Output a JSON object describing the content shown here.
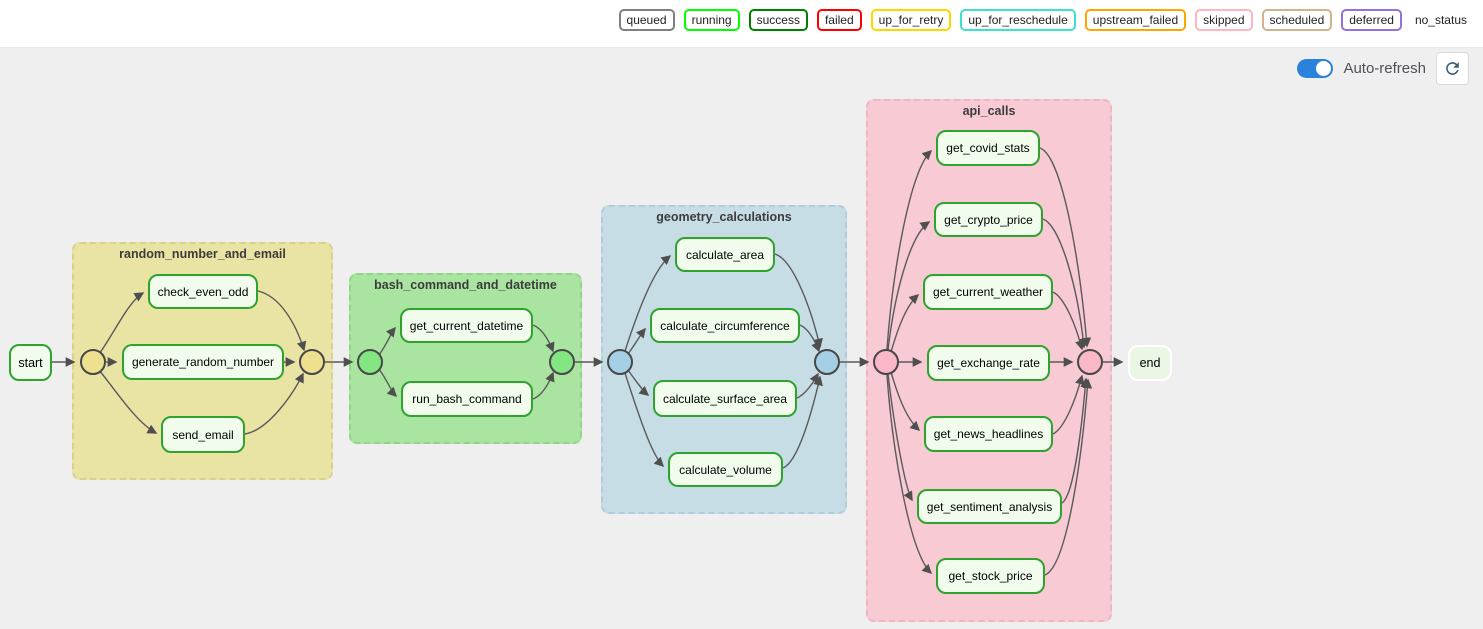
{
  "legend": {
    "items": [
      {
        "label": "queued",
        "color": "#7f7f7f"
      },
      {
        "label": "running",
        "color": "#00ff00"
      },
      {
        "label": "success",
        "color": "#008000"
      },
      {
        "label": "failed",
        "color": "#ff0000"
      },
      {
        "label": "up_for_retry",
        "color": "#ffd700"
      },
      {
        "label": "up_for_reschedule",
        "color": "#40e0d0"
      },
      {
        "label": "upstream_failed",
        "color": "#ffa500"
      },
      {
        "label": "skipped",
        "color": "#ffb6c1"
      },
      {
        "label": "scheduled",
        "color": "#d2b48c"
      },
      {
        "label": "deferred",
        "color": "#9370db"
      },
      {
        "label": "no_status",
        "color": null
      }
    ]
  },
  "toolbar": {
    "autorefresh_label": "Auto-refresh",
    "autorefresh_on": true,
    "toggle_color": "#2b82dd",
    "refresh_icon_color": "#35607d"
  },
  "graph": {
    "edge_color": "#5a5a5a",
    "task_style": {
      "fill": "#f1fced",
      "border": "#2ea32e"
    },
    "end_style": {
      "fill": "#eaf7e4",
      "border": "#ffffff"
    },
    "start": {
      "label": "start"
    },
    "end": {
      "label": "end"
    },
    "groups": [
      {
        "title": "random_number_and_email",
        "colors": {
          "bg": "#e9e3a4",
          "border": "#d8d18c",
          "circle": "#ede18f"
        },
        "tasks": [
          "check_even_odd",
          "generate_random_number",
          "send_email"
        ]
      },
      {
        "title": "bash_command_and_datetime",
        "colors": {
          "bg": "#a9e4a1",
          "border": "#92d589",
          "circle": "#83e683"
        },
        "tasks": [
          "get_current_datetime",
          "run_bash_command"
        ]
      },
      {
        "title": "geometry_calculations",
        "colors": {
          "bg": "#c7dde6",
          "border": "#b2ccd8",
          "circle": "#a5cfe4"
        },
        "tasks": [
          "calculate_area",
          "calculate_circumference",
          "calculate_surface_area",
          "calculate_volume"
        ]
      },
      {
        "title": "api_calls",
        "colors": {
          "bg": "#f7cad4",
          "border": "#ecb6c3",
          "circle": "#f9b7c8"
        },
        "tasks": [
          "get_covid_stats",
          "get_crypto_price",
          "get_current_weather",
          "get_exchange_rate",
          "get_news_headlines",
          "get_sentiment_analysis",
          "get_stock_price"
        ]
      }
    ]
  }
}
